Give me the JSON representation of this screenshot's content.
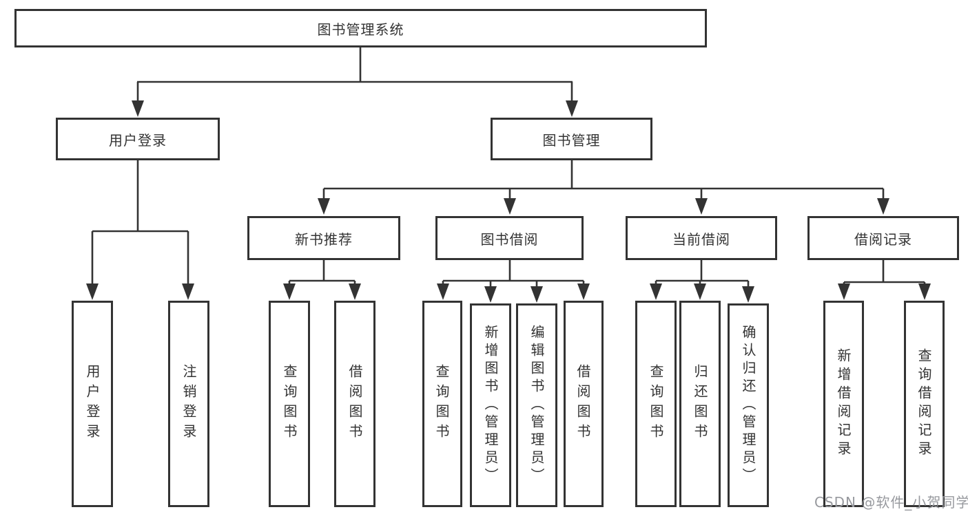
{
  "diagram": {
    "type": "tree",
    "tree": {
      "label": "图书管理系统",
      "children": [
        {
          "label": "用户登录",
          "children": [
            {
              "label": "用户登录"
            },
            {
              "label": "注销登录"
            }
          ]
        },
        {
          "label": "图书管理",
          "children": [
            {
              "label": "新书推荐",
              "children": [
                {
                  "label": "查询图书"
                },
                {
                  "label": "借阅图书"
                }
              ]
            },
            {
              "label": "图书借阅",
              "children": [
                {
                  "label": "查询图书"
                },
                {
                  "label": "新增图书（管理员）"
                },
                {
                  "label": "编辑图书（管理员）"
                },
                {
                  "label": "借阅图书"
                }
              ]
            },
            {
              "label": "当前借阅",
              "children": [
                {
                  "label": "查询图书"
                },
                {
                  "label": "归还图书"
                },
                {
                  "label": "确认归还（管理员）"
                }
              ]
            },
            {
              "label": "借阅记录",
              "children": [
                {
                  "label": "新增借阅记录"
                },
                {
                  "label": "查询借阅记录"
                }
              ]
            }
          ]
        }
      ]
    }
  },
  "watermark": {
    "text": "CSDN @软件_小贺同学"
  },
  "colors": {
    "line": "#333333",
    "box_border": "#333333",
    "background": "#ffffff",
    "watermark": "#97999e"
  }
}
